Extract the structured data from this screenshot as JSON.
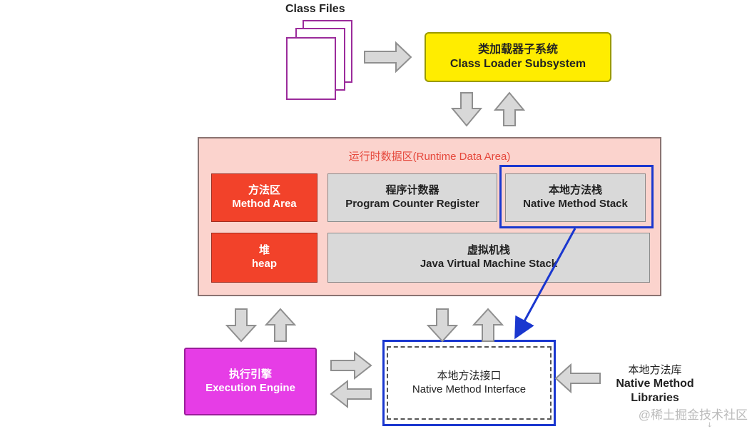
{
  "class_files": {
    "label": "Class Files"
  },
  "class_loader": {
    "cn": "类加载器子系统",
    "en": "Class Loader Subsystem"
  },
  "runtime": {
    "title": "运行时数据区(Runtime Data Area)",
    "method_area": {
      "cn": "方法区",
      "en": "Method Area"
    },
    "program_counter": {
      "cn": "程序计数器",
      "en": "Program Counter Register"
    },
    "native_stack": {
      "cn": "本地方法栈",
      "en": "Native Method Stack"
    },
    "heap": {
      "cn": "堆",
      "en": "heap"
    },
    "jvm_stack": {
      "cn": "虚拟机栈",
      "en": "Java Virtual Machine Stack"
    }
  },
  "execution_engine": {
    "cn": "执行引擎",
    "en": "Execution Engine"
  },
  "native_interface": {
    "cn": "本地方法接口",
    "en": "Native Method Interface"
  },
  "native_libraries": {
    "cn": "本地方法库",
    "en_line1": "Native Method",
    "en_line2": "Libraries"
  },
  "watermark": {
    "text": "@稀土掘金技术社区"
  },
  "colors": {
    "loader": "#ffed00",
    "runtime_bg": "#fbd3cd",
    "red_box": "#f2422a",
    "gray_box": "#d9d9d9",
    "execution": "#e63de6",
    "blue": "#1a37cf",
    "arrow_gray": "#8f8f8f"
  }
}
